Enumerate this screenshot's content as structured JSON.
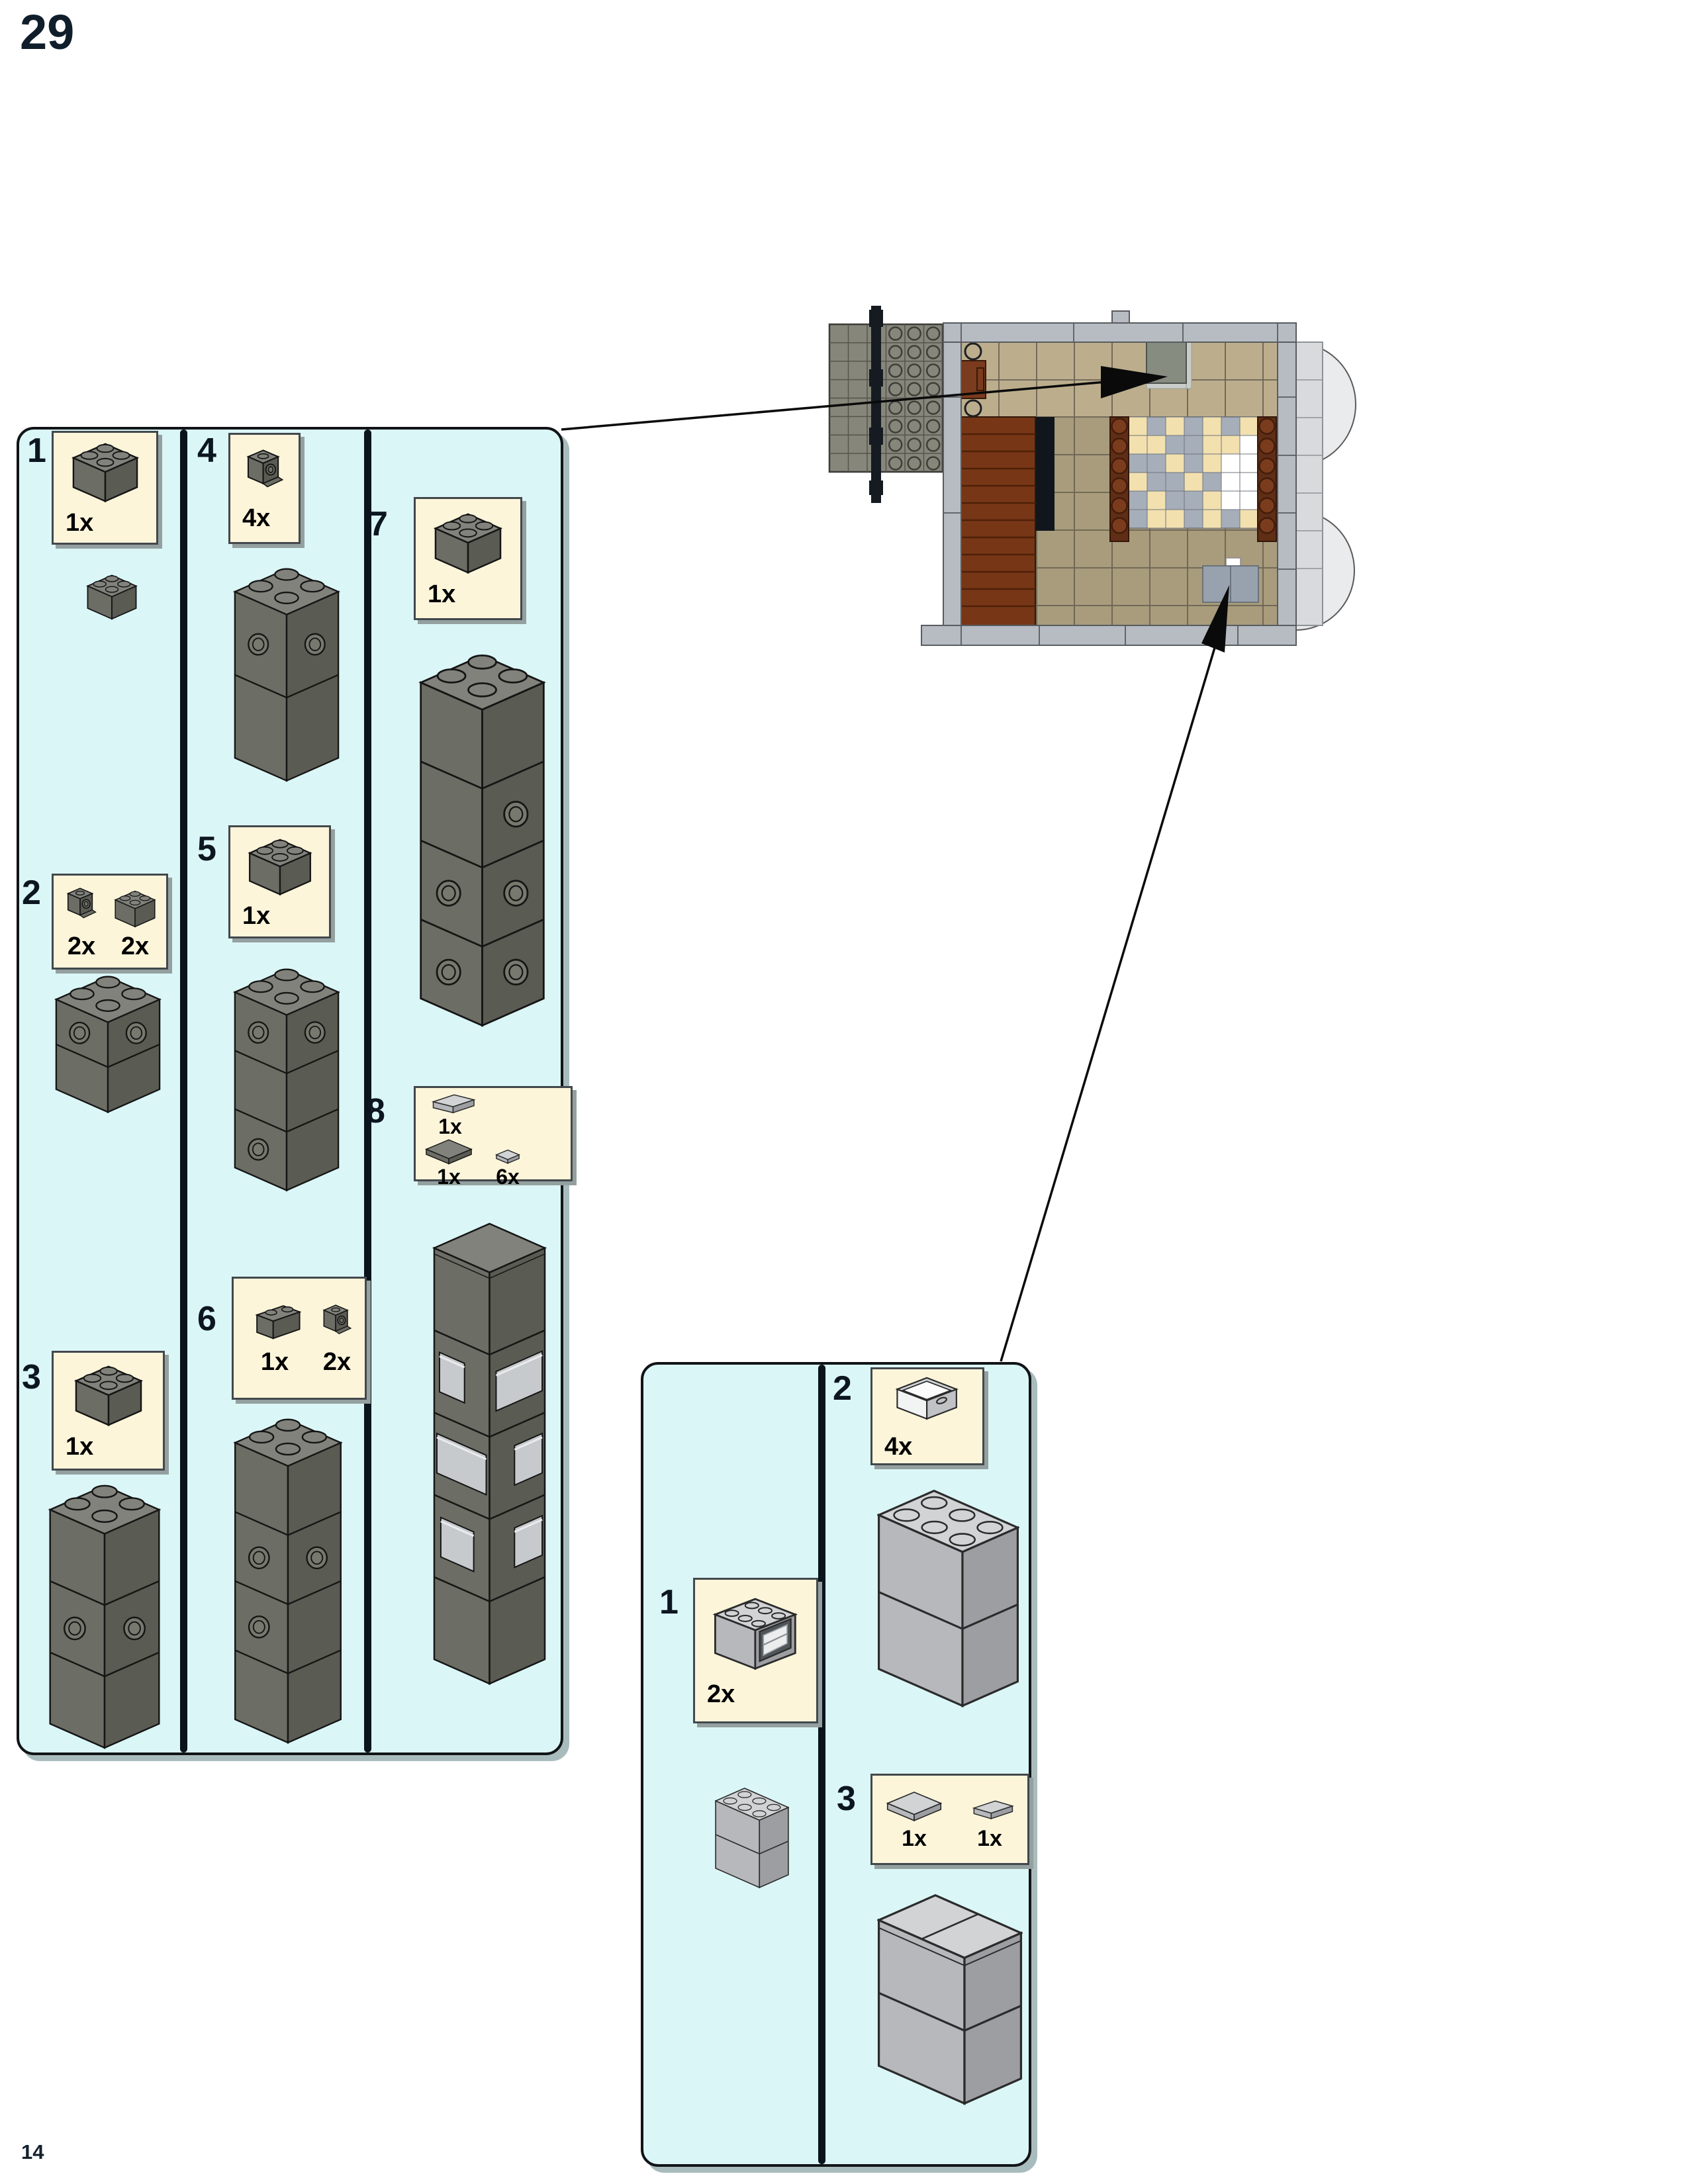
{
  "page": {
    "step_number": "29",
    "page_number": "14"
  },
  "colors": {
    "panel_bg": "#dbf6f7",
    "parts_box_bg": "#fcf5da",
    "brick_dark_gray": "#6c6d64",
    "brick_light_gray": "#b6b8bb",
    "floor_tan": "#bcae8d",
    "floor_dark_tan": "#a89c7c",
    "plank_brown": "#773716",
    "checker_tan": "#f2e0af",
    "checker_gray": "#a6aeba",
    "column_brown": "#5f2e15",
    "wall_gray": "#b7bcc3"
  },
  "left_panel": {
    "s1": {
      "n": "1",
      "q": "1x",
      "piece": "brick-2x2-dark-gray"
    },
    "s2": {
      "n": "2",
      "q1": "2x",
      "piece1": "headlight-brick-1x1",
      "q2": "2x",
      "piece2": "brick-2x2-dark-gray"
    },
    "s3": {
      "n": "3",
      "q": "1x",
      "piece": "brick-2x2-dark-gray"
    },
    "s4": {
      "n": "4",
      "q": "4x",
      "piece": "headlight-brick-1x1"
    },
    "s5": {
      "n": "5",
      "q": "1x",
      "piece": "brick-2x2-dark-gray"
    },
    "s6": {
      "n": "6",
      "q1": "1x",
      "piece1": "brick-1x2-dark-gray",
      "q2": "2x",
      "piece2": "headlight-brick-1x1"
    },
    "s7": {
      "n": "7",
      "q": "1x",
      "piece": "brick-2x2-dark-gray"
    },
    "s8": {
      "n": "8",
      "q1": "1x",
      "piece1": "plate-1x2-light-gray",
      "q2": "1x",
      "piece2": "tile-2x2-dark-gray",
      "q3": "6x",
      "piece3": "tile-1x1-light-gray"
    }
  },
  "right_panel": {
    "r1": {
      "n": "1",
      "q": "2x",
      "piece": "cupboard-2x3x2-light-gray"
    },
    "r2": {
      "n": "2",
      "q": "4x",
      "piece": "drawer-2x3-light-gray"
    },
    "r3": {
      "n": "3",
      "q1": "1x",
      "piece1": "tile-2x2-light-gray",
      "q2": "1x",
      "piece2": "tile-1x2-light-gray"
    }
  }
}
